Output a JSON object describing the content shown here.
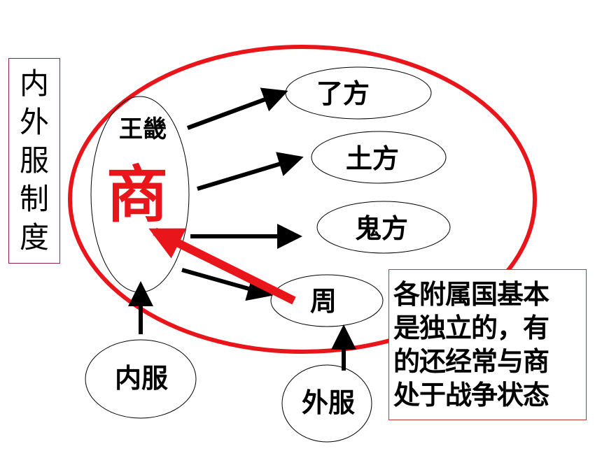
{
  "side_title": {
    "chars": [
      "内",
      "外",
      "服",
      "制",
      "度"
    ]
  },
  "outer_circle": {
    "stroke_color": "#e8161b"
  },
  "center": {
    "label_top": "王畿",
    "label_big": "商",
    "big_color": "#e8161b"
  },
  "fangguo": {
    "liao": "了方",
    "tu": "土方",
    "gui": "鬼方",
    "zhou": "周"
  },
  "inner_service": {
    "label": "内服"
  },
  "outer_service": {
    "label": "外服"
  },
  "note": {
    "lines": [
      "各附属国基本",
      "是独立的，有",
      "的还经常与商",
      "处于战争状态"
    ],
    "border_color": "#c0392b"
  },
  "colors": {
    "arrow_black": "#000000",
    "arrow_red": "#e8161b"
  }
}
